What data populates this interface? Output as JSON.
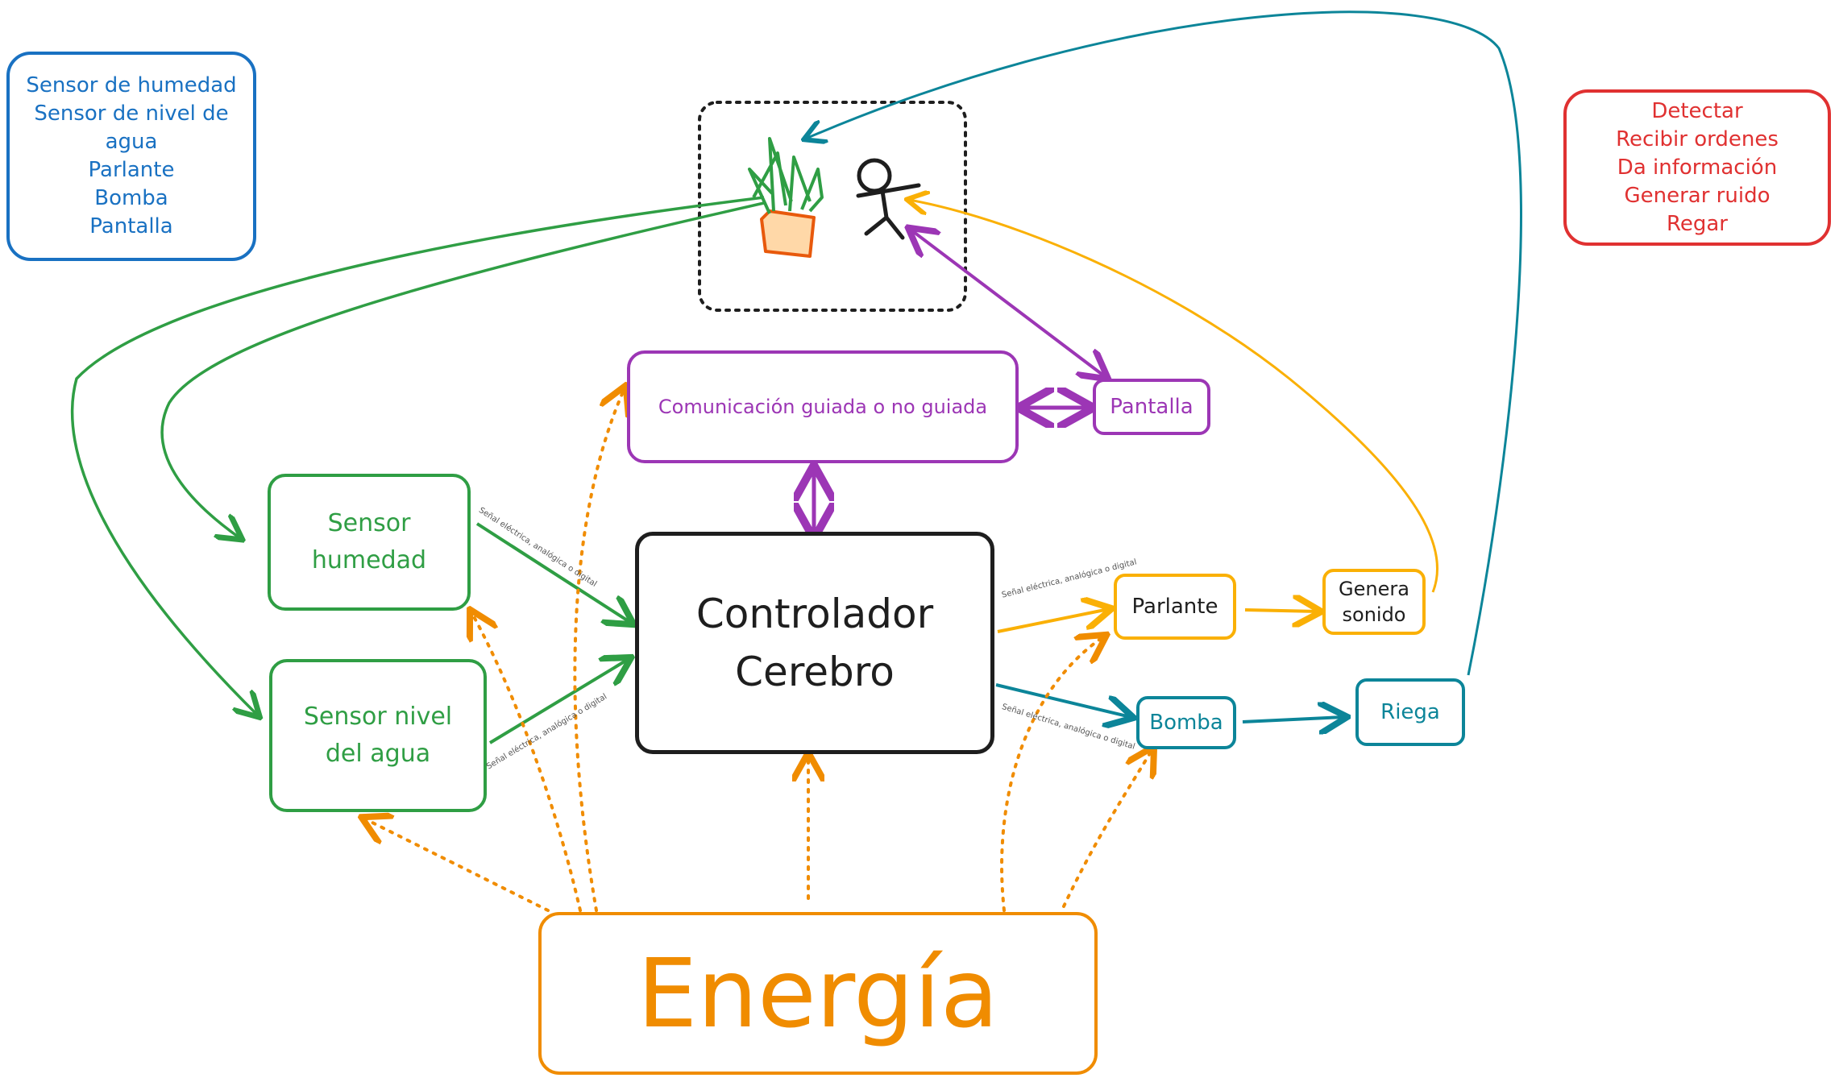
{
  "colors": {
    "blue": "#1971c2",
    "red": "#e03131",
    "green": "#2f9e44",
    "purple": "#9c36b5",
    "yellow": "#fab005",
    "teal": "#0c8599",
    "orange": "#f08c00",
    "black": "#1e1e1e"
  },
  "legend_components": {
    "lines": [
      "Sensor de humedad",
      "Sensor de nivel de",
      "agua",
      "Parlante",
      "Bomba",
      "Pantalla"
    ]
  },
  "legend_functions": {
    "lines": [
      "Detectar",
      "Recibir ordenes",
      "Da información",
      "Generar ruido",
      "Regar"
    ]
  },
  "scene": {
    "icons": [
      "plant-icon",
      "person-icon"
    ]
  },
  "nodes": {
    "comunicacion": "Comunicación guiada o no guiada",
    "pantalla": "Pantalla",
    "sensor_humedad": [
      "Sensor",
      "humedad"
    ],
    "sensor_nivel": [
      "Sensor nivel",
      "del agua"
    ],
    "controlador": [
      "Controlador",
      "Cerebro"
    ],
    "parlante": "Parlante",
    "genera_sonido": [
      "Genera",
      "sonido"
    ],
    "bomba": "Bomba",
    "riega": "Riega",
    "energia": "Energía"
  },
  "edge_labels": {
    "humedad_to_controller": "Señal eléctrica, analógica o digital",
    "nivel_to_controller": "Señal eléctrica, analógica o digital",
    "controller_to_parlante": "Señal eléctrica, analógica o digital",
    "controller_to_bomba": "Señal eléctrica, analógica o digital"
  }
}
